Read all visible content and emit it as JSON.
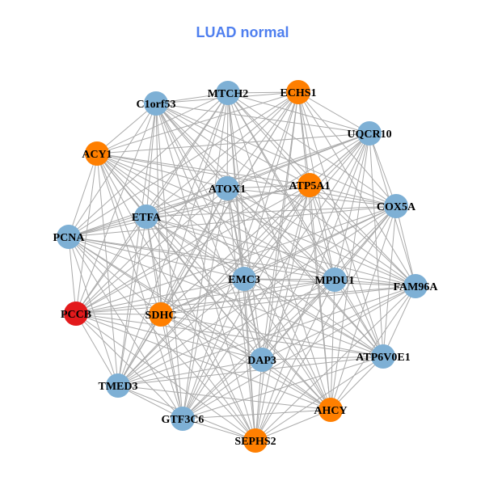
{
  "title": "LUAD normal",
  "colors": {
    "title": "#4F7FEF",
    "normal": "#7EB0D5",
    "highlight": "#FF7F00",
    "key": "#E31A1C",
    "edge": "#AAAAAA"
  },
  "nodes": [
    {
      "id": "C1orf53",
      "group": "normal"
    },
    {
      "id": "MTCH2",
      "group": "normal"
    },
    {
      "id": "ECHS1",
      "group": "highlight"
    },
    {
      "id": "UQCR10",
      "group": "normal"
    },
    {
      "id": "ACY1",
      "group": "highlight"
    },
    {
      "id": "ATOX1",
      "group": "normal"
    },
    {
      "id": "ATP5A1",
      "group": "highlight"
    },
    {
      "id": "COX5A",
      "group": "normal"
    },
    {
      "id": "ETFA",
      "group": "normal"
    },
    {
      "id": "PCNA",
      "group": "normal"
    },
    {
      "id": "EMC3",
      "group": "normal"
    },
    {
      "id": "MPDU1",
      "group": "normal"
    },
    {
      "id": "FAM96A",
      "group": "normal"
    },
    {
      "id": "PCCB",
      "group": "key"
    },
    {
      "id": "SDHC",
      "group": "highlight"
    },
    {
      "id": "DAP3",
      "group": "normal"
    },
    {
      "id": "ATP6V0E1",
      "group": "normal"
    },
    {
      "id": "TMED3",
      "group": "normal"
    },
    {
      "id": "AHCY",
      "group": "highlight"
    },
    {
      "id": "GTF3C6",
      "group": "normal"
    },
    {
      "id": "SEPHS2",
      "group": "highlight"
    }
  ],
  "edges": "complete"
}
